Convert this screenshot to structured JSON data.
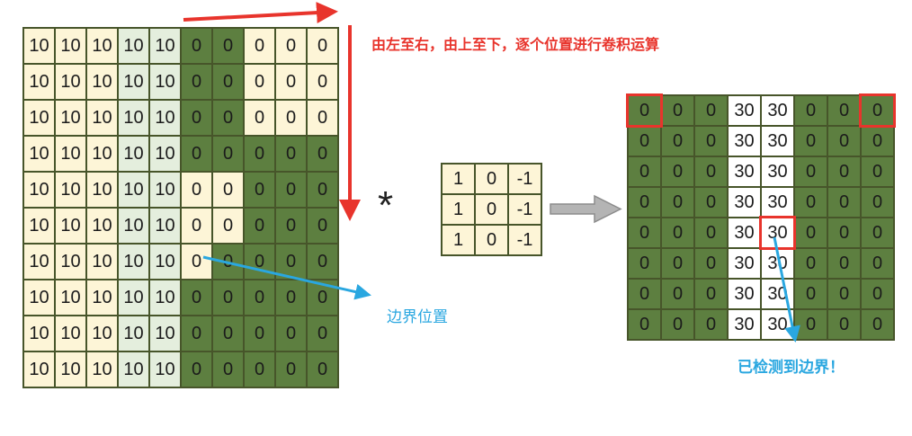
{
  "annotations": {
    "top_note": "由左至右，由上至下，逐个位置进行卷积运算",
    "boundary_label": "边界位置",
    "detected_label": "已检测到边界！",
    "operator": "*"
  },
  "colors": {
    "cream": "#fdf5d7",
    "pale_green": "#e4eedd",
    "dark_green": "#5d7f40",
    "white": "#ffffff",
    "border": "#47552a",
    "red": "#e8342c",
    "blue": "#2aa7e0",
    "gray_arrow": "#b4b4b4",
    "gray_arrow_edge": "#8c8c8c"
  },
  "input_grid": {
    "rows": 10,
    "cols": 10,
    "values": [
      [
        10,
        10,
        10,
        10,
        10,
        0,
        0,
        0,
        0,
        0
      ],
      [
        10,
        10,
        10,
        10,
        10,
        0,
        0,
        0,
        0,
        0
      ],
      [
        10,
        10,
        10,
        10,
        10,
        0,
        0,
        0,
        0,
        0
      ],
      [
        10,
        10,
        10,
        10,
        10,
        0,
        0,
        0,
        0,
        0
      ],
      [
        10,
        10,
        10,
        10,
        10,
        0,
        0,
        0,
        0,
        0
      ],
      [
        10,
        10,
        10,
        10,
        10,
        0,
        0,
        0,
        0,
        0
      ],
      [
        10,
        10,
        10,
        10,
        10,
        0,
        0,
        0,
        0,
        0
      ],
      [
        10,
        10,
        10,
        10,
        10,
        0,
        0,
        0,
        0,
        0
      ],
      [
        10,
        10,
        10,
        10,
        10,
        0,
        0,
        0,
        0,
        0
      ],
      [
        10,
        10,
        10,
        10,
        10,
        0,
        0,
        0,
        0,
        0
      ]
    ],
    "cell_colors": [
      "cccggddccc",
      "cccggddccc",
      "cccggddccc",
      "cccggddddd",
      "cccggccddd",
      "cccggccddd",
      "cccggcdddd",
      "cccggddddd",
      "cccggddddd",
      "cccggddddd"
    ]
  },
  "kernel": {
    "rows": 3,
    "cols": 3,
    "values": [
      [
        1,
        0,
        -1
      ],
      [
        1,
        0,
        -1
      ],
      [
        1,
        0,
        -1
      ]
    ],
    "cell_colors": [
      "ccc",
      "ccc",
      "ccc"
    ]
  },
  "output_grid": {
    "rows": 8,
    "cols": 8,
    "values": [
      [
        0,
        0,
        0,
        30,
        30,
        0,
        0,
        0
      ],
      [
        0,
        0,
        0,
        30,
        30,
        0,
        0,
        0
      ],
      [
        0,
        0,
        0,
        30,
        30,
        0,
        0,
        0
      ],
      [
        0,
        0,
        0,
        30,
        30,
        0,
        0,
        0
      ],
      [
        0,
        0,
        0,
        30,
        30,
        0,
        0,
        0
      ],
      [
        0,
        0,
        0,
        30,
        30,
        0,
        0,
        0
      ],
      [
        0,
        0,
        0,
        30,
        30,
        0,
        0,
        0
      ],
      [
        0,
        0,
        0,
        30,
        30,
        0,
        0,
        0
      ]
    ],
    "cell_colors": [
      "dddwwddd",
      "dddwwddd",
      "dddwwddd",
      "dddwwddd",
      "dddwwddd",
      "dddwwddd",
      "dddwwddd",
      "dddwwddd"
    ],
    "red_boxes": [
      [
        0,
        0
      ],
      [
        0,
        7
      ],
      [
        4,
        4
      ]
    ]
  }
}
